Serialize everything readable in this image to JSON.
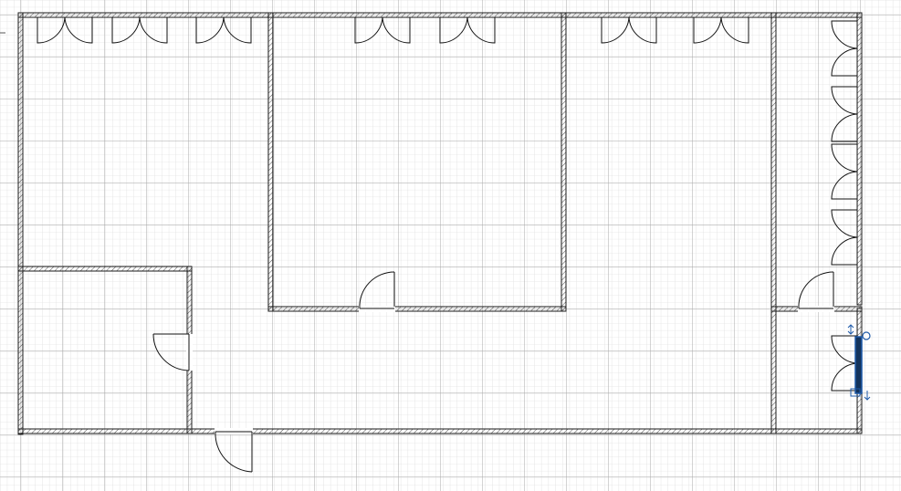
{
  "app": {
    "title": ""
  },
  "colors": {
    "background": "#ffffff",
    "grid_minor": "#d6d6d6",
    "grid_major": "#a9a9a9",
    "wall": "#1a1a1a",
    "wall_hatch": "#555555",
    "door": "#111111",
    "selection": "#1e5aa8"
  },
  "plan": {
    "rooms": [
      "large-hall",
      "center-room",
      "left-office",
      "right-corridor",
      "right-small-room"
    ],
    "doors_count": 19,
    "selected_item": "wall-segment"
  }
}
